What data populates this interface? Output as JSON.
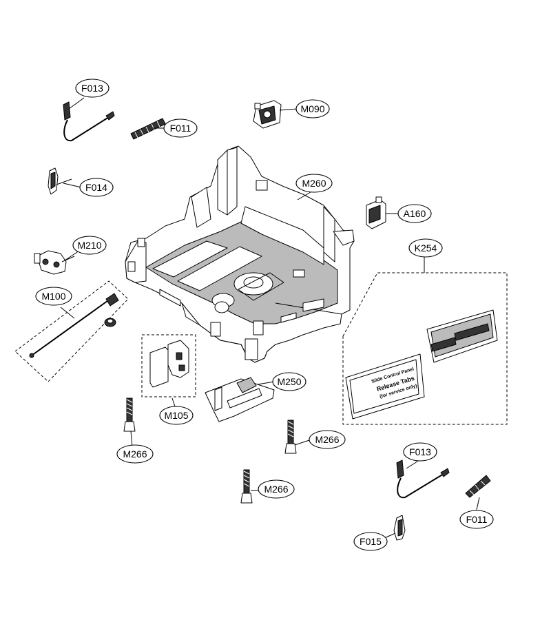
{
  "diagram": {
    "callouts": {
      "f013_top": "F013",
      "f011_top": "F011",
      "m090": "M090",
      "f014": "F014",
      "m260": "M260",
      "a160": "A160",
      "m210": "M210",
      "k254": "K254",
      "m100": "M100",
      "m250": "M250",
      "m105": "M105",
      "m266_a": "M266",
      "m266_b": "M266",
      "m266_c": "M266",
      "f013_bottom": "F013",
      "f011_bottom": "F011",
      "f015": "F015"
    },
    "plate_text": {
      "line1": "Slide Control Panel",
      "line2": "Release Tabs",
      "line3": "(for service only)"
    }
  }
}
